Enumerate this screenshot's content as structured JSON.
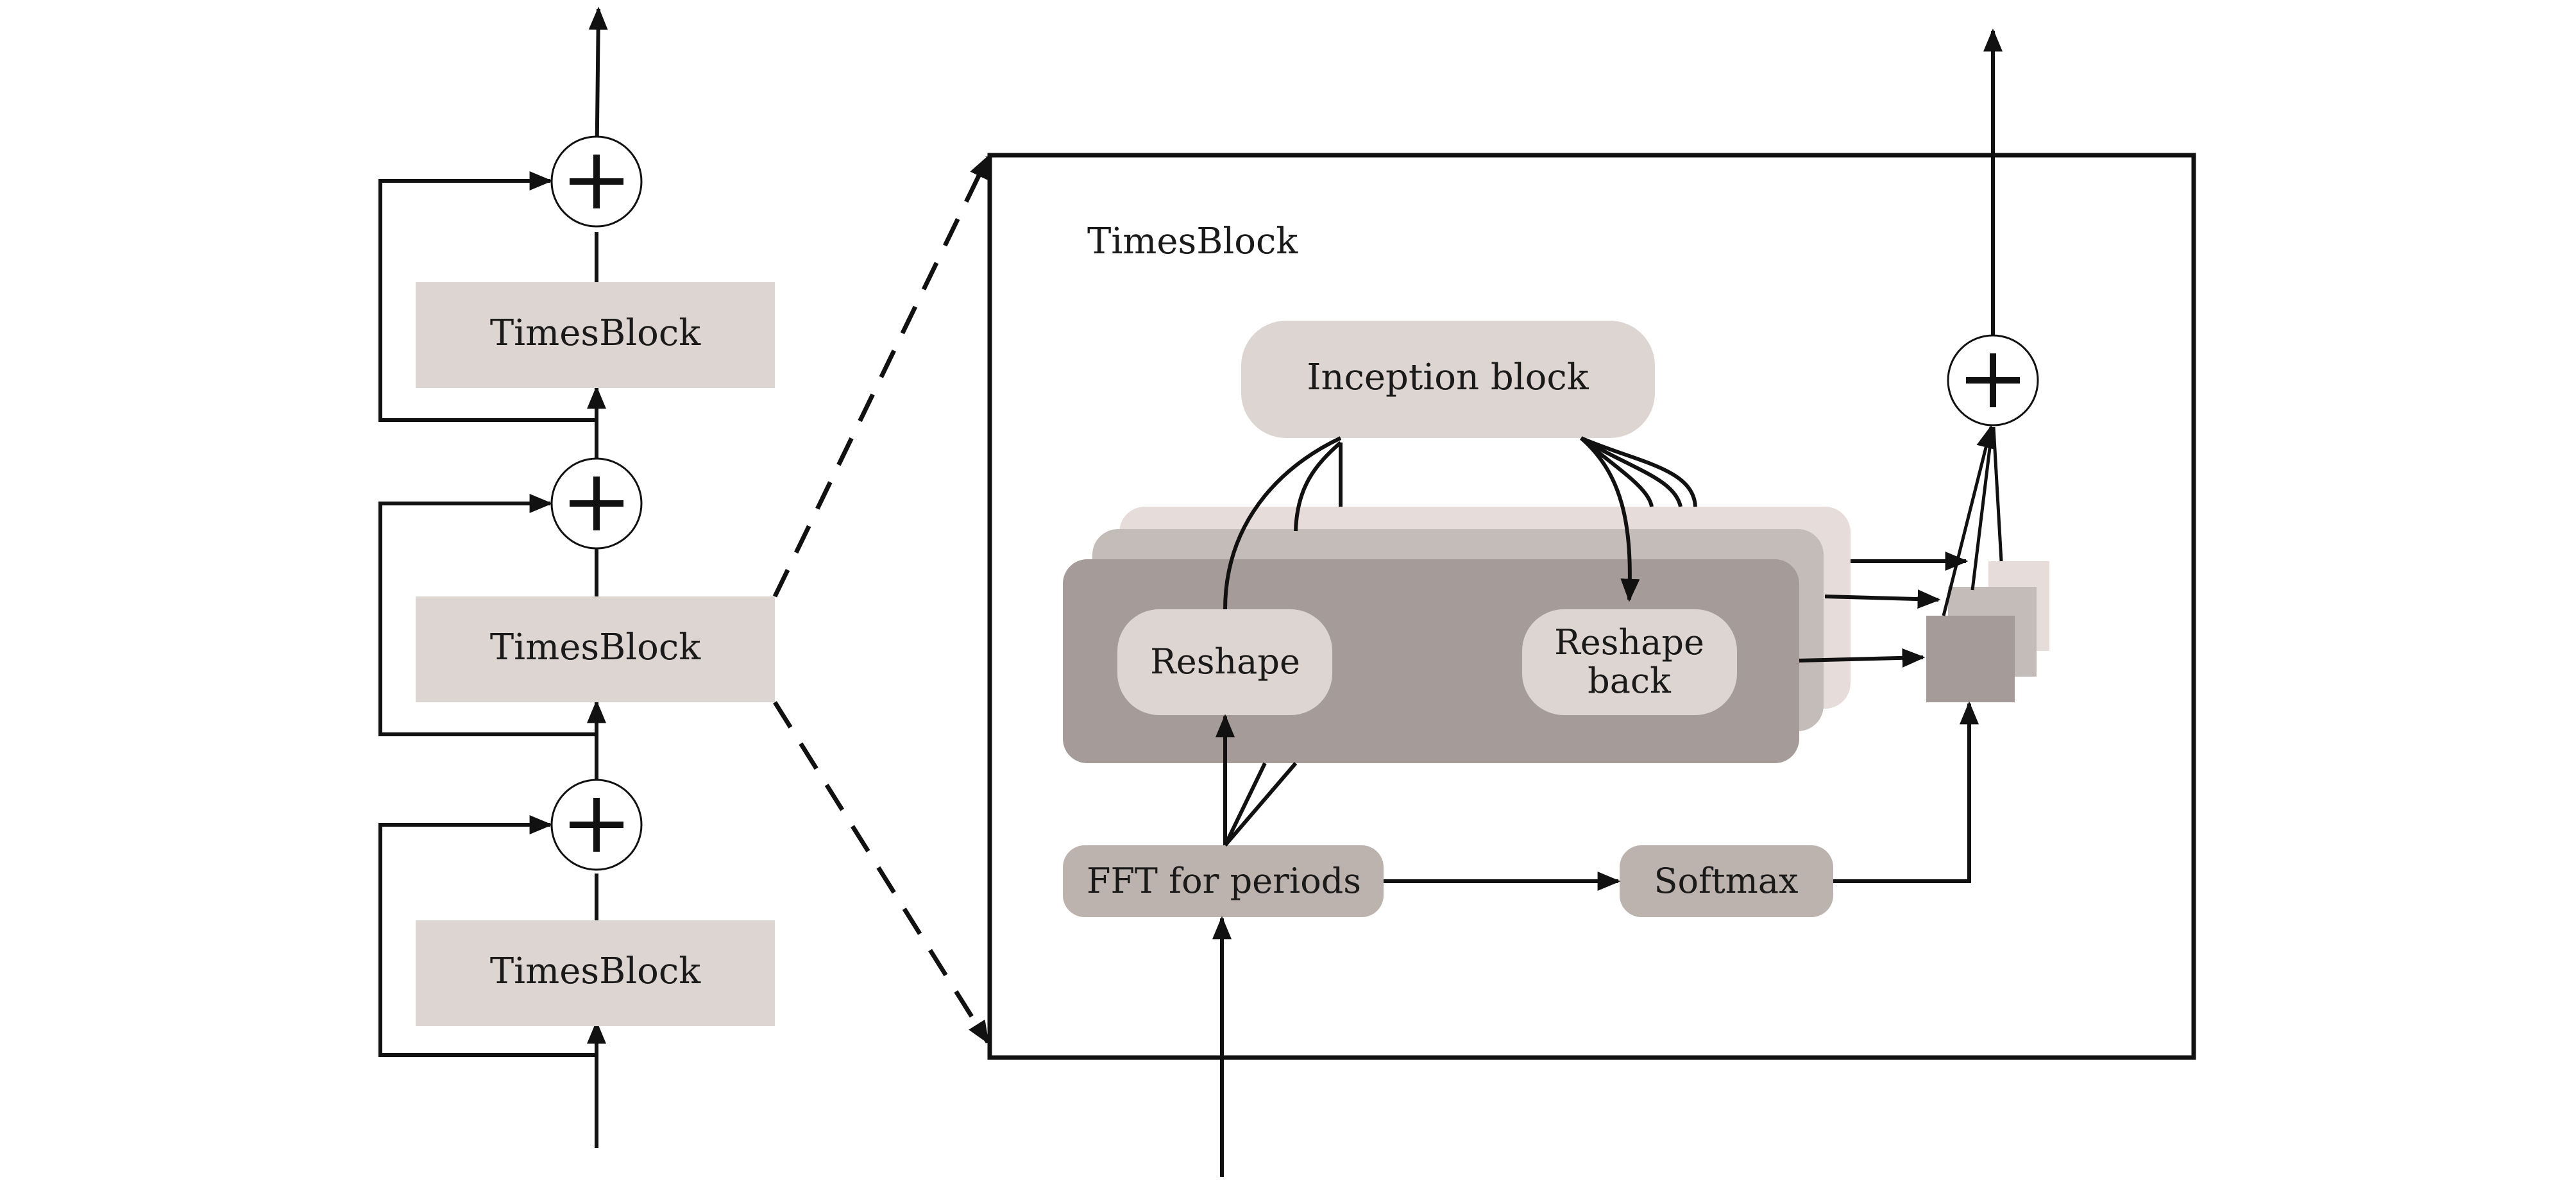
{
  "left_stack": {
    "blocks": [
      {
        "label": "TimesBlock"
      },
      {
        "label": "TimesBlock"
      },
      {
        "label": "TimesBlock"
      }
    ],
    "adder_symbol": "+"
  },
  "detail": {
    "title": "TimesBlock",
    "inception_label": "Inception block",
    "reshape_label": "Reshape",
    "reshape_back_line1": "Reshape",
    "reshape_back_line2": "back",
    "fft_label": "FFT for periods",
    "softmax_label": "Softmax",
    "adder_symbol": "+"
  },
  "colors": {
    "block_fill": "#ddd5d2",
    "stack_back": "#e6dcd9",
    "stack_mid": "#c4bcb9",
    "stack_front": "#a59c99",
    "bottom_box": "#bcb3af",
    "line": "#111111"
  }
}
